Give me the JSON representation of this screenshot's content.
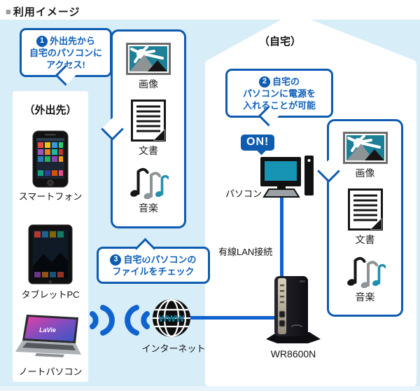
{
  "page": {
    "title_marker": "■",
    "title": "利用イメージ"
  },
  "areas": {
    "away_label": "（外出先）",
    "home_label": "（自宅）"
  },
  "callouts": [
    {
      "num": "1",
      "lines": [
        "外出先から",
        "自宅のパソコンに",
        "アクセス!"
      ]
    },
    {
      "num": "2",
      "lines": [
        "自宅の",
        "パソコンに電源を",
        "入れることが可能"
      ]
    },
    {
      "num": "3",
      "lines": [
        "自宅のパソコンの",
        "ファイルをチェック"
      ]
    }
  ],
  "content_items": [
    {
      "label": "画像"
    },
    {
      "label": "文書"
    },
    {
      "label": "音楽"
    }
  ],
  "devices": {
    "smartphone": "スマートフォン",
    "tablet": "タブレットPC",
    "laptop": "ノートパソコン",
    "laptop_brand": "LaVie",
    "pc": "パソコン",
    "router": "WR8600N",
    "internet": "インターネット"
  },
  "labels": {
    "wired_lan": "有線LAN接続",
    "power_on": "ON!",
    "www": "WWW"
  },
  "colors": {
    "accent_blue": "#0e5bb0",
    "line_blue": "#1063cf",
    "teal": "#1793b4",
    "background": "#d7edf8"
  }
}
